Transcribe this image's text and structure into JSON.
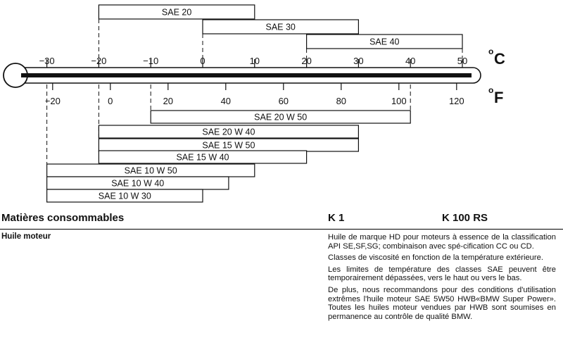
{
  "chart_data": {
    "type": "range",
    "celsius_ticks": [
      -30,
      -20,
      -10,
      0,
      10,
      20,
      30,
      40,
      50
    ],
    "fahrenheit_ticks": [
      -20,
      0,
      20,
      40,
      60,
      80,
      100,
      120
    ],
    "unit_c": "C",
    "unit_f": "F",
    "unit_degree": "o",
    "grades_top": [
      {
        "name": "SAE 20",
        "min_c": -20,
        "max_c": 10
      },
      {
        "name": "SAE 30",
        "min_c": 0,
        "max_c": 30
      },
      {
        "name": "SAE 40",
        "min_c": 20,
        "max_c": 50
      }
    ],
    "grades_bottom": [
      {
        "name": "SAE 20 W 50",
        "min_c": -10,
        "max_c": 40
      },
      {
        "name": "SAE 20 W 40",
        "min_c": -20,
        "max_c": 30
      },
      {
        "name": "SAE 15 W 50",
        "min_c": -20,
        "max_c": 30
      },
      {
        "name": "SAE 15 W 40",
        "min_c": -20,
        "max_c": 20
      },
      {
        "name": "SAE 10 W 50",
        "min_c": -30,
        "max_c": 10
      },
      {
        "name": "SAE 10 W 40",
        "min_c": -30,
        "max_c": 5
      },
      {
        "name": "SAE 10 W 30",
        "min_c": -30,
        "max_c": 0
      }
    ]
  },
  "table": {
    "col1_header": "Matières consommables",
    "col2_header": "K 1",
    "col3_header": "K 100 RS",
    "row_label": "Huile moteur",
    "paragraphs": [
      "Huile de marque HD pour moteurs à essence de la classification API SE,SF,SG; combinaison avec spé-cification CC ou CD.",
      "Classes de viscosité en fonction de la température extérieure.",
      "Les limites de température des classes SAE peuvent être temporairement dépassées, vers le haut ou vers le bas.",
      "De plus, nous recommandons pour des conditions d'utilisation extrêmes l'huile moteur SAE 5W50 HWB«BMW Super Power». Toutes les huiles moteur vendues par HWB sont soumises en permanence au contrôle de qualité BMW."
    ]
  }
}
